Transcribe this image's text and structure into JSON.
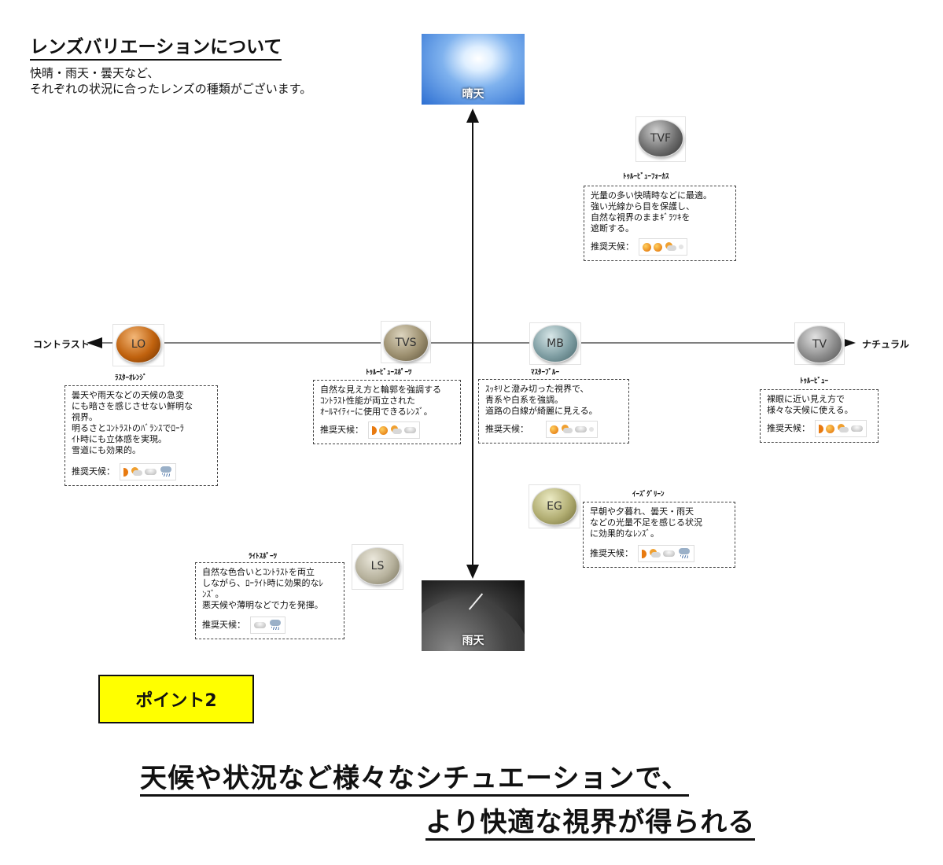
{
  "header": {
    "title": "レンズバリエーションについて",
    "line1": "快晴・雨天・曇天など、",
    "line2": "それぞれの状況に合ったレンズの種類がございます。"
  },
  "axis": {
    "top": "晴天",
    "bottom": "雨天",
    "left": "コントラスト",
    "right": "ナチュラル"
  },
  "weather_label": "推奨天候：",
  "lenses": {
    "tvf": {
      "code": "TVF",
      "name": "ﾄｩﾙｰﾋﾞｭｰﾌｫｰｶｽ",
      "lines": [
        "光量の多い快晴時などに最適。",
        "強い光線から目を保護し、",
        "自然な視界のままｷﾞﾗﾂｷを",
        "遮断する。"
      ],
      "weather": [
        "sun-icon",
        "sun-icon",
        "partly-cloudy-icon",
        "faint-icon"
      ],
      "color": "#6e6e6e"
    },
    "lo": {
      "code": "LO",
      "name": "ﾗｽﾀｰｵﾚﾝｼﾞ",
      "lines": [
        "曇天や雨天などの天候の急変",
        "にも暗さを感じさせない鮮明な",
        "視界。",
        "明るさとｺﾝﾄﾗｽﾄのﾊﾞﾗﾝｽでﾛｰﾗ",
        "ｲﾄ時にも立体感を実現。",
        "雪道にも効果的。"
      ],
      "weather": [
        "half-sun-icon",
        "partly-cloudy-icon",
        "cloud-icon",
        "rain-icon"
      ],
      "color": "#c0620e"
    },
    "tvs": {
      "code": "TVS",
      "name": "ﾄｩﾙｰﾋﾞｭｰｽﾎﾟｰﾂ",
      "lines": [
        "自然な見え方と輪郭を強調する",
        "ｺﾝﾄﾗｽﾄ性能が両立された",
        "ｵｰﾙﾏｲﾃｨｰに使用できるﾚﾝｽﾞ。"
      ],
      "weather": [
        "half-sun-icon",
        "sun-icon",
        "partly-cloudy-icon",
        "cloud-icon"
      ],
      "color": "#9c8f6f"
    },
    "mb": {
      "code": "MB",
      "name": "ﾏｽﾀｰﾌﾞﾙｰ",
      "lines": [
        "ｽｯｷﾘと澄み切った視界で、",
        "青系や白系を強調。",
        "道路の白線が綺麗に見える。"
      ],
      "weather": [
        "sun-icon",
        "partly-cloudy-icon",
        "cloud-icon",
        "faint-icon"
      ],
      "color": "#7f9ea3"
    },
    "tv": {
      "code": "TV",
      "name": "ﾄｩﾙｰﾋﾞｭｰ",
      "lines": [
        "裸眼に近い見え方で",
        "様々な天候に使える。"
      ],
      "weather": [
        "half-sun-icon",
        "sun-icon",
        "partly-cloudy-icon",
        "cloud-icon"
      ],
      "color": "#8d8d8d"
    },
    "eg": {
      "code": "EG",
      "name": "ｲｰｽﾞｸﾞﾘｰﾝ",
      "lines": [
        "早朝や夕暮れ、曇天・雨天",
        "などの光量不足を感じる状況",
        "に効果的なﾚﾝｽﾞ。"
      ],
      "weather": [
        "half-sun-icon",
        "partly-cloudy-icon",
        "cloud-icon",
        "rain-icon"
      ],
      "color": "#b1ad72"
    },
    "ls": {
      "code": "LS",
      "name": "ﾗｲﾄｽﾎﾟｰﾂ",
      "lines": [
        "自然な色合いとｺﾝﾄﾗｽﾄを両立",
        "しながら、ﾛｰﾗｲﾄ時に効果的なﾚ",
        "ﾝｽﾞ。",
        "悪天候や薄明などで力を発揮。"
      ],
      "weather": [
        "cloud-icon",
        "rain-icon"
      ],
      "color": "#b7b29d"
    }
  },
  "point": {
    "label": "ポイント2"
  },
  "bottom": {
    "line1": "天候や状況など様々なシチュエーションで、",
    "line2": "より快適な視界が得られる"
  }
}
